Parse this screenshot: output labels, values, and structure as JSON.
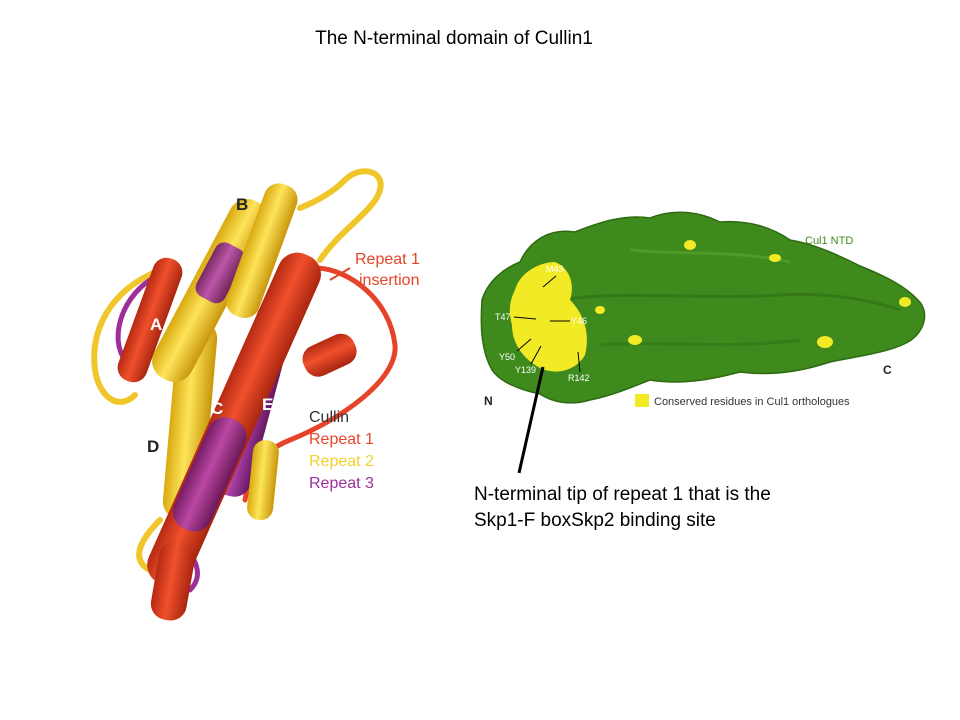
{
  "slide": {
    "title": "The N-terminal domain of Cullin1",
    "caption_line1": "N-terminal tip of repeat 1 that is the",
    "caption_line2": "Skp1-F boxSkp2 binding site"
  },
  "ribbon_figure": {
    "helix_labels": {
      "a": "A",
      "b": "B",
      "c": "C",
      "d": "D",
      "e": "E"
    },
    "insertion_label_line1": "Repeat 1",
    "insertion_label_line2": "insertion",
    "legend": {
      "title": "Cullin",
      "items": [
        {
          "label": "Repeat 1",
          "color": "#e8452a"
        },
        {
          "label": "Repeat 2",
          "color": "#f3cf2c"
        },
        {
          "label": "Repeat 3",
          "color": "#9e2f9a"
        }
      ]
    }
  },
  "surface_figure": {
    "title": "Cul1 NTD",
    "surface_color": "#3f8a1c",
    "conserved_color": "#f2ea25",
    "residues": {
      "m43": "M43",
      "t47": "T47",
      "y46": "Y46",
      "y50": "Y50",
      "y139": "Y139",
      "r142": "R142"
    },
    "terminus_n": "N",
    "terminus_c": "C",
    "legend_label": "Conserved residues in Cul1 orthologues"
  }
}
